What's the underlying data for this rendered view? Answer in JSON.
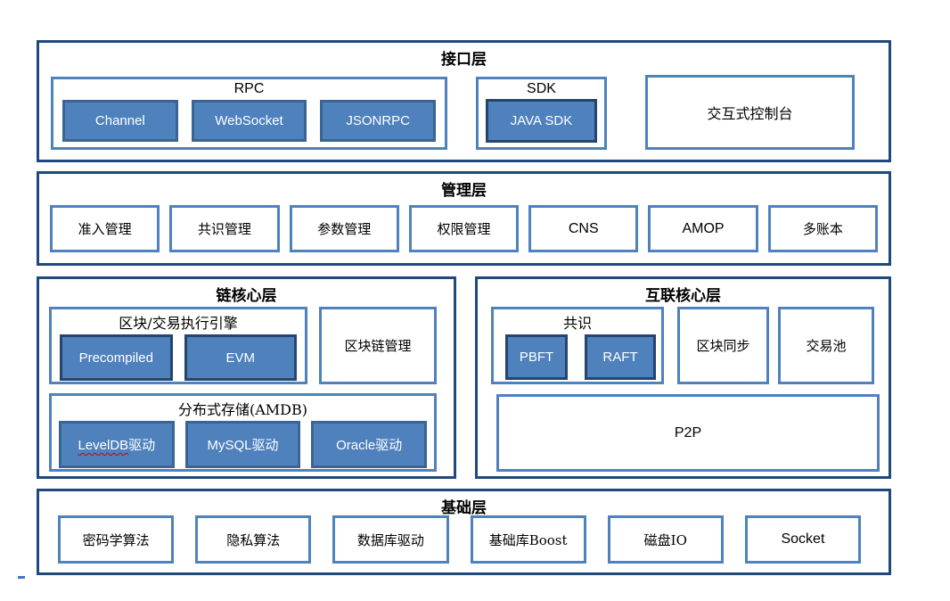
{
  "colors": {
    "outer_border": "#1f497d",
    "inner_border": "#4f81bd",
    "button_fill": "#4f81bd",
    "button_border": "#3a6494",
    "button_border_dark": "#24456e",
    "button_text": "#ffffff",
    "misspell_underline": "#d00000"
  },
  "layers": {
    "interface": {
      "title": "接口层",
      "rpc": {
        "title": "RPC",
        "buttons": [
          "Channel",
          "WebSocket",
          "JSONRPC"
        ]
      },
      "sdk": {
        "title": "SDK",
        "buttons": [
          "JAVA SDK"
        ]
      },
      "console": {
        "label": "交互式控制台"
      }
    },
    "management": {
      "title": "管理层",
      "items": [
        "准入管理",
        "共识管理",
        "参数管理",
        "权限管理",
        "CNS",
        "AMOP",
        "多账本"
      ]
    },
    "chain_core": {
      "title": "链核心层",
      "execution": {
        "title": "区块/交易执行引擎",
        "buttons": [
          "Precompiled",
          "EVM"
        ]
      },
      "blockchain_mgmt": {
        "label": "区块链管理"
      },
      "storage": {
        "title": "分布式存储(AMDB)",
        "buttons": [
          {
            "latin": "LevelDB",
            "cn": "驱动",
            "misspelled": true
          },
          {
            "latin": "MySQL",
            "cn": "驱动"
          },
          {
            "latin": "Oracle",
            "cn": "驱动"
          }
        ]
      }
    },
    "network_core": {
      "title": "互联核心层",
      "consensus": {
        "title": "共识",
        "buttons": [
          "PBFT",
          "RAFT"
        ]
      },
      "block_sync": {
        "label": "区块同步"
      },
      "tx_pool": {
        "label": "交易池"
      },
      "p2p": {
        "label": "P2P"
      }
    },
    "foundation": {
      "title": "基础层",
      "items": [
        "密码学算法",
        "隐私算法",
        "数据库驱动",
        "基础库Boost",
        "磁盘IO",
        "Socket"
      ]
    }
  }
}
